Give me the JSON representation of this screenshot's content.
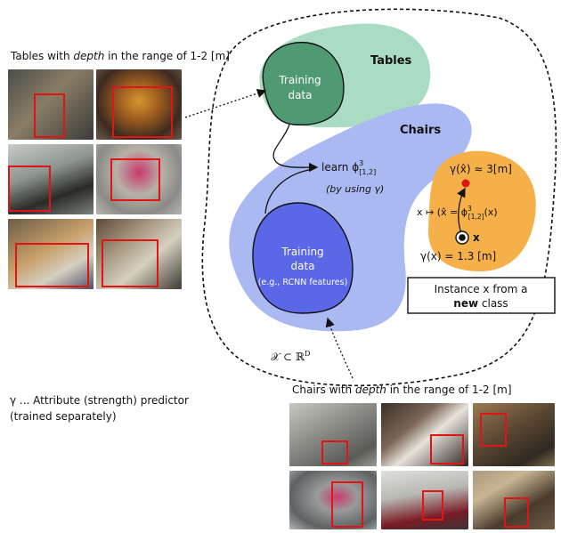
{
  "tables_caption": {
    "prefix": "Tables with ",
    "emph": "depth",
    "suffix": " in the range of 1-2 [m]"
  },
  "chairs_caption": {
    "prefix": "Chairs with ",
    "emph": "depth",
    "suffix": " in the range of 1-2 [m]"
  },
  "diagram": {
    "tables_label": "Tables",
    "chairs_label": "Chairs",
    "training_data_top_l1": "Training",
    "training_data_top_l2": "data",
    "training_data_bottom_l1": "Training",
    "training_data_bottom_l2": "data",
    "training_data_bottom_l3": "(e.g., RCNN features)",
    "learn_text": "learn ϕ",
    "learn_sup": "3",
    "learn_sub": "[1,2]",
    "by_using": "(by using γ)",
    "gamma_hat": "γ(x̂) ≈ 3[m]",
    "mapping": "x ↦ (x̂ = ϕ",
    "mapping_sup": "3",
    "mapping_sub": "[1,2]",
    "mapping_end": "(x)",
    "x_label": "x",
    "gamma_x": "γ(x) = 1.3 [m]",
    "space_label": "𝒳 ⊂ ℝ",
    "space_sup": "D",
    "instance_l1": "Instance x from a",
    "instance_l2": "new",
    "instance_l2_end": " class"
  },
  "predictor_note": {
    "line1": "γ ... Attribute (strength) predictor",
    "line2": "(trained separately)"
  },
  "colors": {
    "tables_region": "#a9dcc2",
    "chairs_region": "#aab9f1",
    "top_training": "#4f9a73",
    "bottom_training": "#5a67e6",
    "new_class": "#f5b04a",
    "bbox": "#e01414",
    "point": "#e01414"
  }
}
